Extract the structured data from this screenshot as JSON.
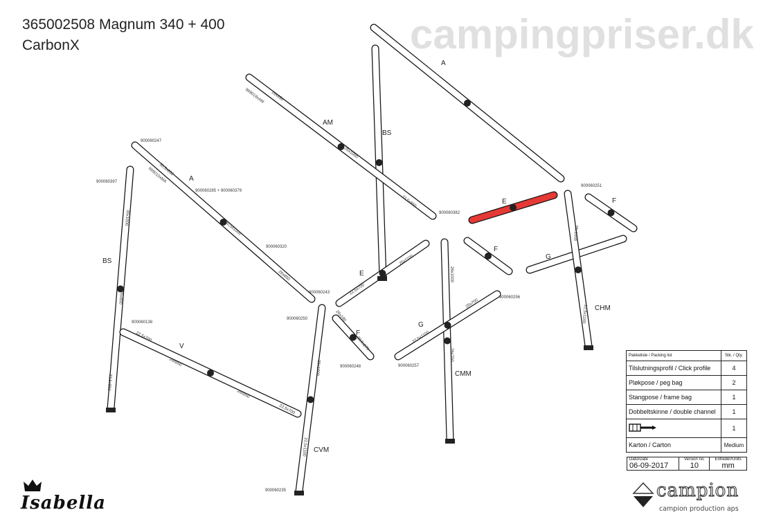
{
  "header": {
    "title": "365002508 Magnum 340 + 400",
    "subtitle": "CarbonX"
  },
  "watermark": "campingpriser.dk",
  "labels": {
    "a_back": "A",
    "am": "AM",
    "bs_back": "BS",
    "a_front": "A",
    "bs_front": "BS",
    "e_center": "E",
    "e_red": "E",
    "f_center": "F",
    "f_right": "F",
    "g_right": "G",
    "chm": "CHM",
    "f_left": "F",
    "g_center": "G",
    "cmm": "CMM",
    "v": "V",
    "cvm": "CVM"
  },
  "part_numbers": {
    "p247": "900060247",
    "p397": "900060397",
    "p285": "900060285 + 900060379",
    "p320": "900060320",
    "p243": "900060243",
    "p250": "900060250",
    "p382": "900060382",
    "p251": "900060251",
    "p256": "900060256",
    "p248": "900060248",
    "p257": "900060257",
    "p138": "900060138",
    "p235": "900060235"
  },
  "dimensions": {
    "d1": "30,5x850",
    "d2": "999010xMA",
    "d3": "30,5x1000",
    "d4": "26x850",
    "d5": "36x1000",
    "d6": "26x850",
    "d7": "26x850",
    "d8": "999019xAM",
    "d9": "26x1000",
    "d10": "22,5x850",
    "d11": "26x1100",
    "d12": "22,5x700",
    "d13": "26x1000",
    "d14": "26x700",
    "d15": "22,5x1100",
    "d16": "26x700",
    "d17": "22,5x700",
    "d18": "26x850",
    "d19": "26x850",
    "d20": "22,5x700",
    "d21": "36x1000",
    "d22": "22,5x1100",
    "d23": "26x1000",
    "d24": "22,5x1100",
    "d25": "26x180",
    "d26": "22,5x270",
    "d27": "22,5x850"
  },
  "packing_list": {
    "header": "Pakkeliste / Packing list",
    "qty_header": "Stk. / Qty.",
    "rows": [
      {
        "item": "Tilslutningsprofil / Click profile",
        "qty": "4"
      },
      {
        "item": "Pløkpose / peg bag",
        "qty": "2"
      },
      {
        "item": "Stangpose / frame bag",
        "qty": "1"
      },
      {
        "item": "Dobbeltskinne / double channel",
        "qty": "1"
      },
      {
        "item": "",
        "qty": "1"
      },
      {
        "item": "Karton / Carton",
        "qty": "Medium"
      }
    ]
  },
  "meta": {
    "date_label": "Dato/Date",
    "date": "06-09-2017",
    "version_label": "Version no.",
    "version": "10",
    "units_label": "Enheder/Units",
    "units": "mm"
  },
  "brands": {
    "left_logo": "Isabella",
    "right_logo": "campion",
    "right_tagline": "campion production aps"
  },
  "colors": {
    "highlight_pole": "#e53935"
  }
}
